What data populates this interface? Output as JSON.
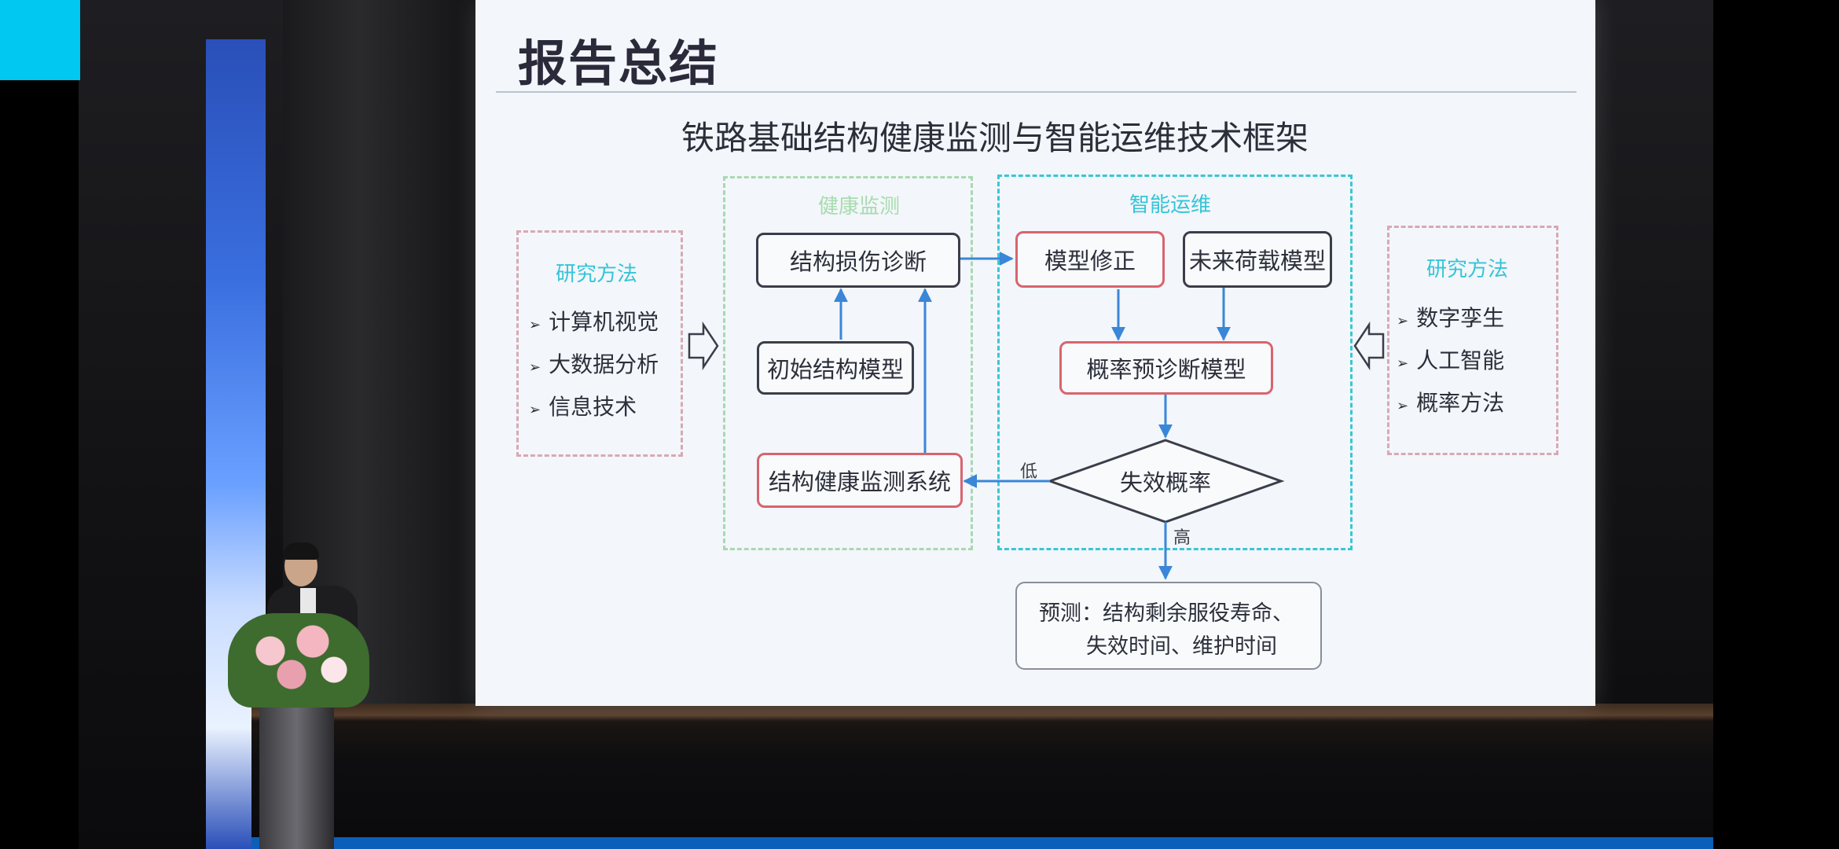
{
  "slide": {
    "title": "报告总结",
    "subtitle": "铁路基础结构健康监测与智能运维技术框架",
    "left_panel": {
      "header": "研究方法",
      "items": [
        "计算机视觉",
        "大数据分析",
        "信息技术"
      ]
    },
    "right_panel": {
      "header": "研究方法",
      "items": [
        "数字孪生",
        "人工智能",
        "概率方法"
      ]
    },
    "health_monitoring_group": {
      "label": "健康监测",
      "nodes": {
        "damage_diagnosis": "结构损伤诊断",
        "initial_model": "初始结构模型",
        "monitoring_system": "结构健康监测系统"
      }
    },
    "smart_maintenance_group": {
      "label": "智能运维",
      "nodes": {
        "model_correction": "模型修正",
        "future_load": "未来荷载模型",
        "probability_model": "概率预诊断模型",
        "failure_probability": "失效概率"
      }
    },
    "edge_labels": {
      "low": "低",
      "high": "高"
    },
    "prediction": {
      "line1": "预测：结构剩余服役寿命、",
      "line2": "失效时间、维护时间"
    }
  },
  "colors": {
    "accent_cyan": "#35c4d8",
    "arrow_blue": "#3a86d8",
    "node_red": "#d8646e",
    "corner_marker": "#00c8f0"
  }
}
